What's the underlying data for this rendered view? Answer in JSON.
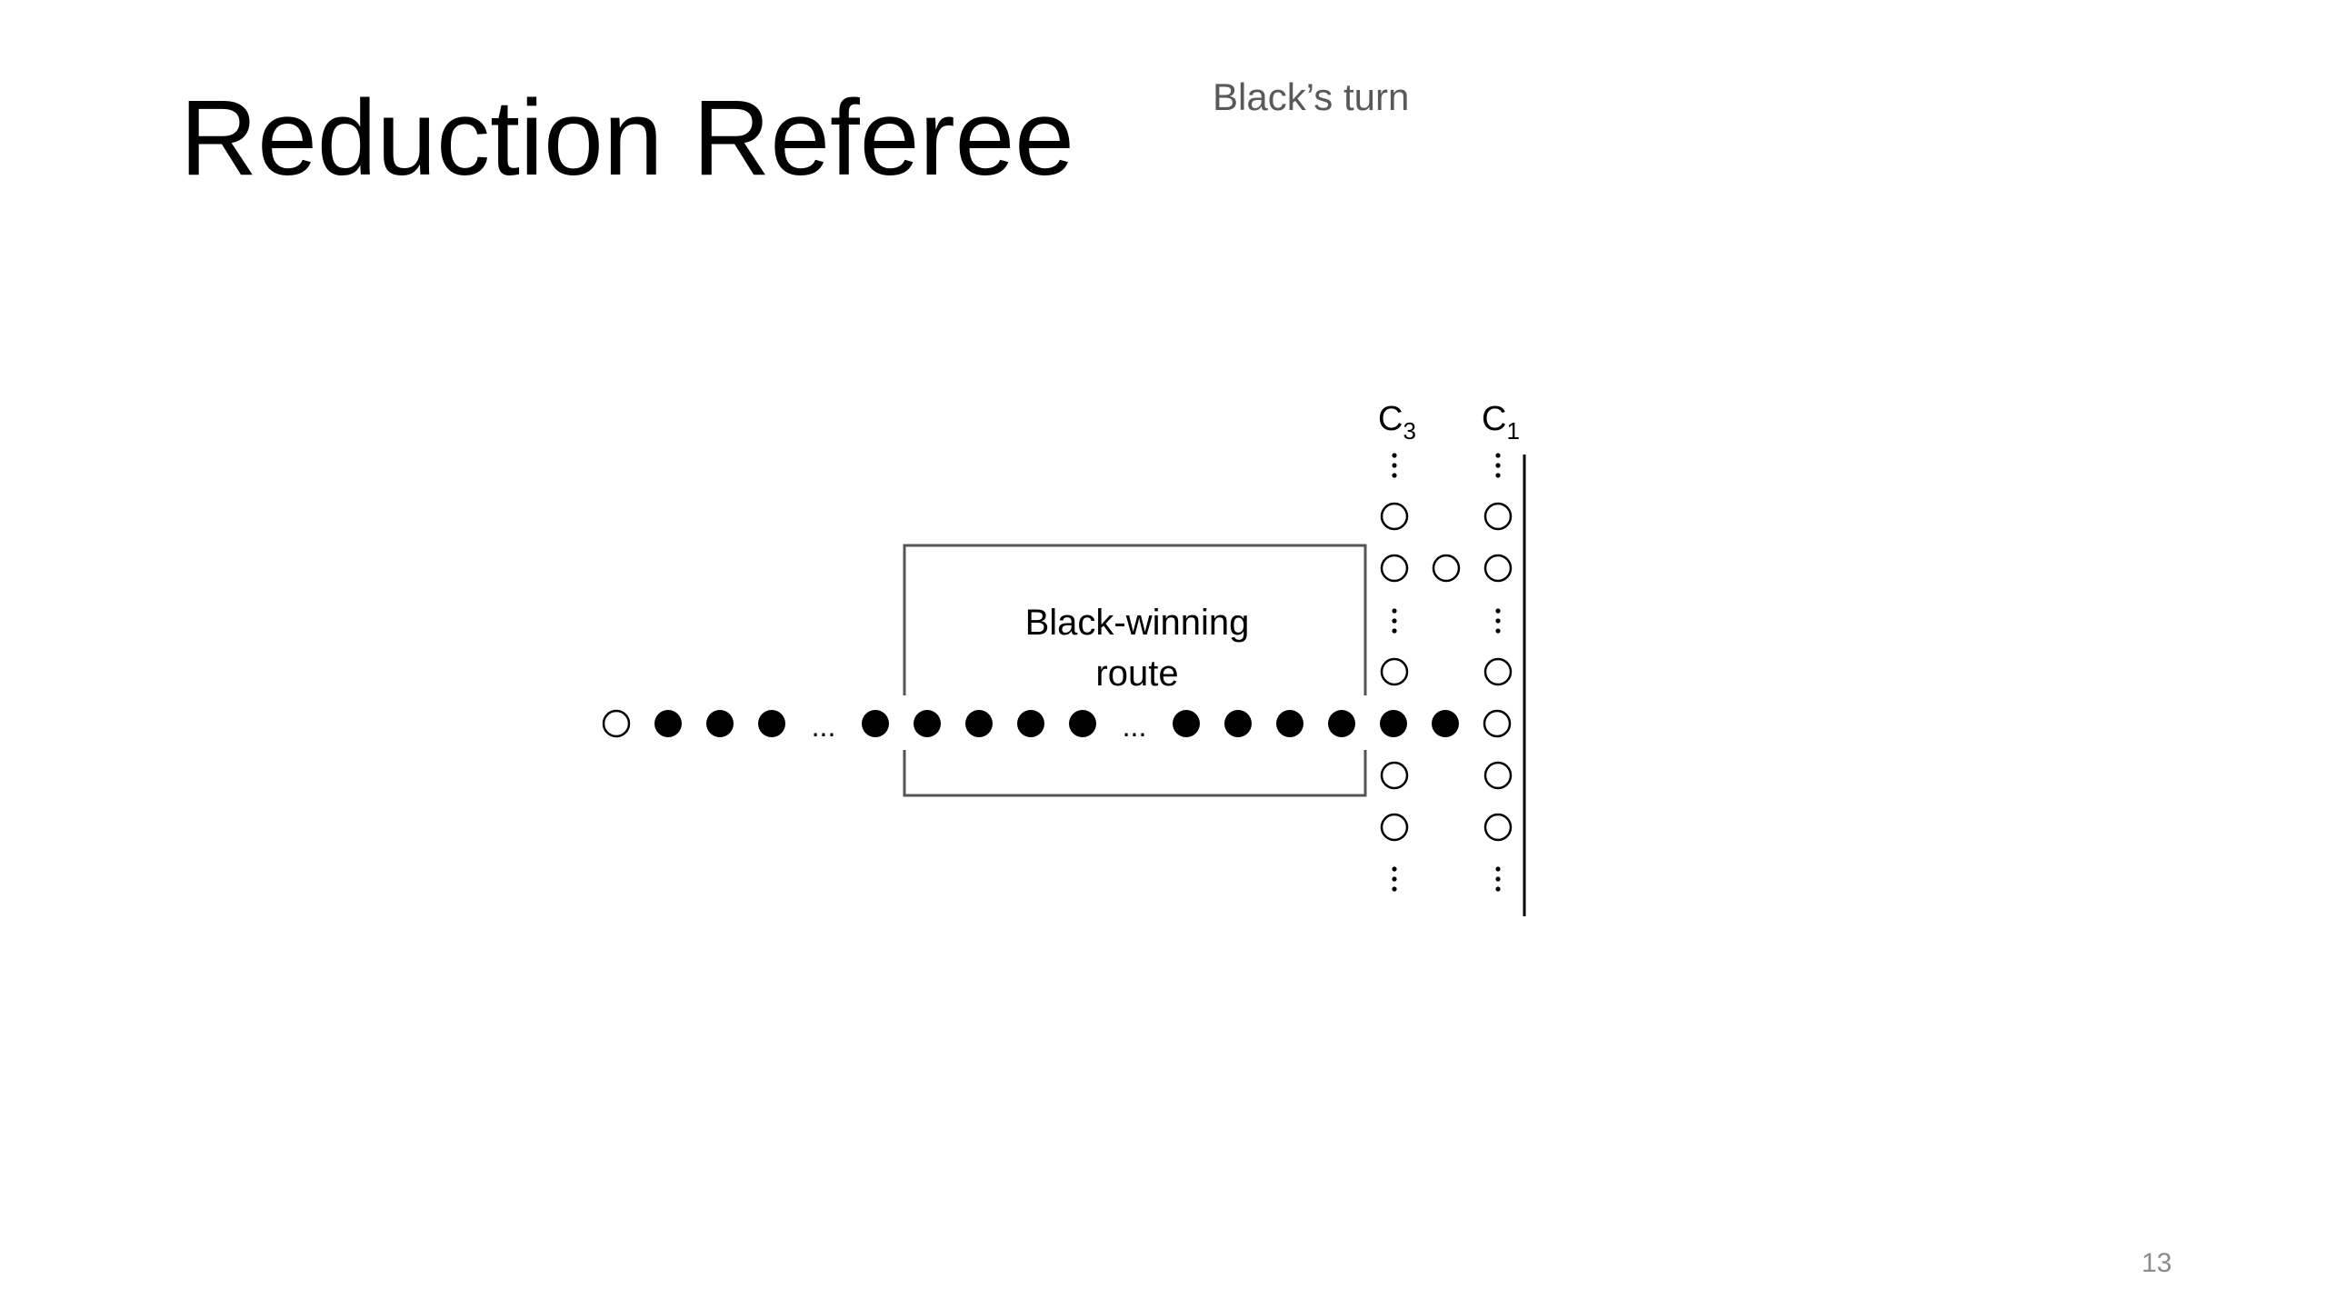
{
  "slide": {
    "title": "Reduction Referee",
    "turn_label": "Black’s turn",
    "page_number": "13"
  },
  "diagram": {
    "box_label_line1": "Black-winning",
    "box_label_line2": "route",
    "column_labels": [
      {
        "letter": "C",
        "subscript": "3"
      },
      {
        "letter": "C",
        "subscript": "1"
      }
    ],
    "ellipsis": "...",
    "vertical_ellipsis": "⋮",
    "colors": {
      "black_stone": "#000000",
      "white_stone_stroke": "#000000",
      "white_stone_fill": "#ffffff",
      "line": "#555555"
    },
    "main_row": [
      "white",
      "black",
      "black",
      "black",
      "dots",
      "black",
      "black",
      "black",
      "black",
      "black",
      "dots",
      "black",
      "black",
      "black",
      "black",
      "black",
      "black",
      "white"
    ],
    "column_c3": [
      "vdots",
      "white",
      "white",
      "vdots",
      "white",
      "row",
      "white",
      "white",
      "vdots"
    ],
    "column_middle": [
      "",
      "",
      "white",
      "",
      "",
      "row",
      "",
      "",
      ""
    ],
    "column_c1": [
      "vdots",
      "white",
      "white",
      "vdots",
      "white",
      "row",
      "white",
      "white",
      "vdots"
    ]
  }
}
